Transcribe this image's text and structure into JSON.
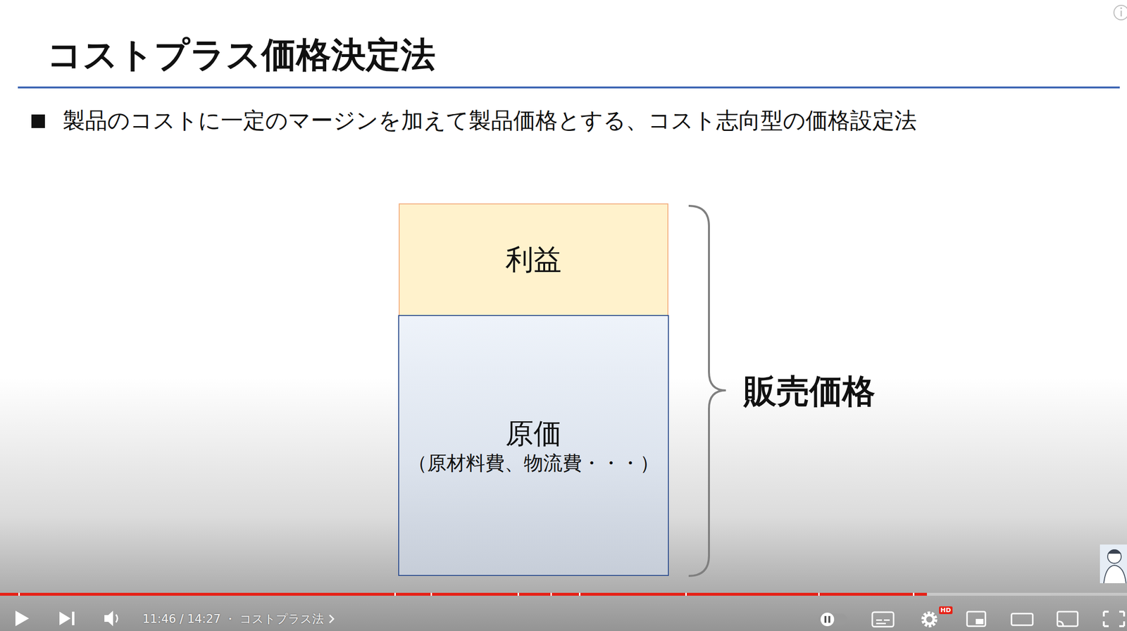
{
  "diagram": {
    "title": "コストプラス価格決定法",
    "nodes": [
      {
        "text": [
          "利益"
        ]
      },
      {
        "text": [
          "原価",
          "（原材料費、物流費・・・）"
        ]
      }
    ],
    "labels": [
      "製品のコストに一定のマージンを加えて製品価格とする、コスト志向型の価格設定法",
      "販売価格",
      "11:46 / 14:27 ・ コストプラス法",
      "HD"
    ]
  }
}
